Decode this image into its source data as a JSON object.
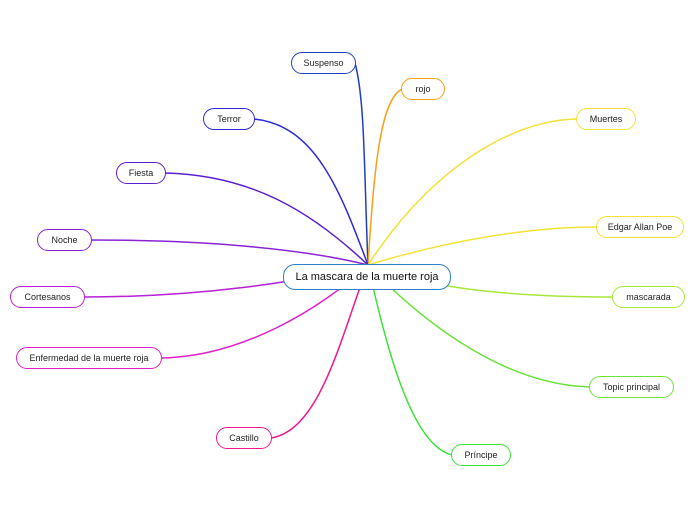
{
  "central_topic": {
    "label": "La mascara de la muerte roja",
    "color": "#2e7fc9"
  },
  "topics": [
    {
      "id": "suspenso",
      "label": "Suspenso",
      "color": "#1f3fbf"
    },
    {
      "id": "rojo",
      "label": "rojo",
      "color": "#f5a01a"
    },
    {
      "id": "terror",
      "label": "Terror",
      "color": "#2d2ad6"
    },
    {
      "id": "muertes",
      "label": "Muertes",
      "color": "#f2e23a"
    },
    {
      "id": "fiesta",
      "label": "Fiesta",
      "color": "#5a1fcf"
    },
    {
      "id": "edgar-allan-poe",
      "label": "Edgar Allan Poe",
      "color": "#f2e23a"
    },
    {
      "id": "noche",
      "label": "Noche",
      "color": "#8a23d6"
    },
    {
      "id": "cortesanos",
      "label": "Cortesanos",
      "color": "#b81fd6"
    },
    {
      "id": "mascarada",
      "label": "mascarada",
      "color": "#a8e63a"
    },
    {
      "id": "enfermedad",
      "label": "Enfermedad de la muerte roja",
      "color": "#e01fc8"
    },
    {
      "id": "topic-principal",
      "label": "Topic principal",
      "color": "#6ce33a"
    },
    {
      "id": "castillo",
      "label": "Castillo",
      "color": "#f0188c"
    },
    {
      "id": "principe",
      "label": "Príncipe",
      "color": "#3ee23a"
    }
  ]
}
